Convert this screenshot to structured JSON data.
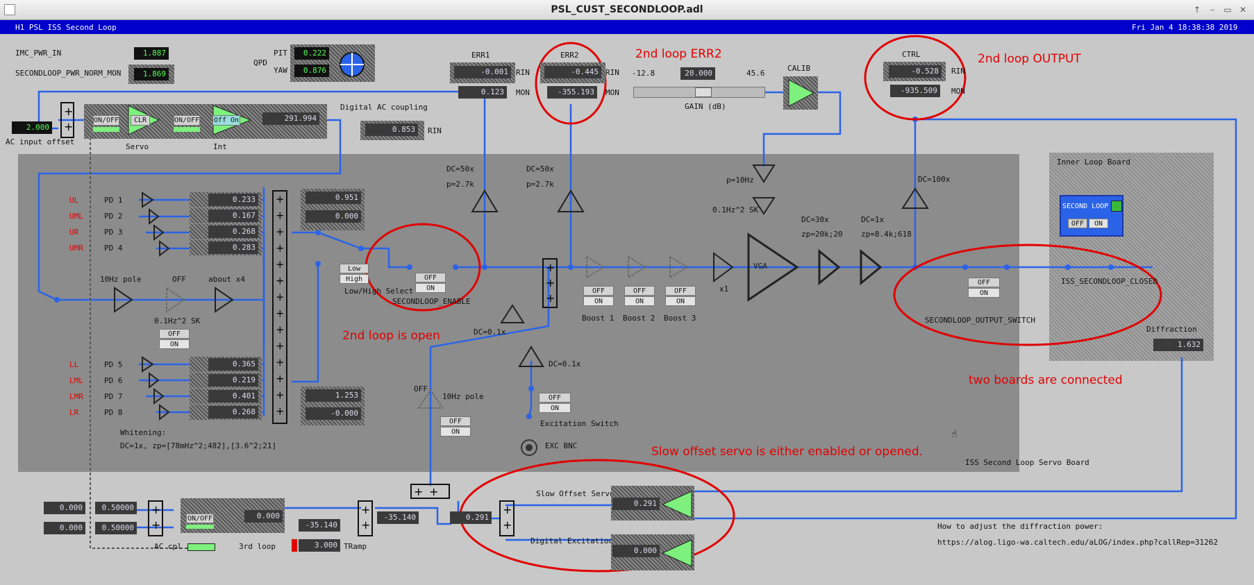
{
  "window": {
    "title": "PSL_CUST_SECONDLOOP.adl",
    "controls": [
      "↑",
      "–",
      "▭",
      "✕"
    ]
  },
  "header": {
    "screen_title": "H1 PSL ISS Second Loop",
    "datetime": "Fri Jan  4 18:38:38 2019"
  },
  "top_left": {
    "imc_pwr_in_label": "IMC_PWR_IN",
    "imc_pwr_in_value": "1.887",
    "norm_mon_label": "SECONDLOOP_PWR_NORM_MON",
    "norm_mon_value": "1.869",
    "qpd_label": "QPD",
    "pit_label": "PIT",
    "pit_value": "0.222",
    "yaw_label": "YAW",
    "yaw_value": "0.876"
  },
  "ac_section": {
    "offset_value": "2.000",
    "offset_label": "AC input offset",
    "onoff1": "ON/OFF",
    "clr": "CLR",
    "onoff2": "ON/OFF",
    "off_on": "Off On",
    "servo_label": "Servo",
    "int_label": "Int",
    "servo_readout": "291.994",
    "digital_ac_label": "Digital AC coupling",
    "digital_ac_value": "0.853",
    "digital_ac_unit": "RIN"
  },
  "err1": {
    "label": "ERR1",
    "rin_value": "-0.001",
    "rin_unit": "RIN",
    "mon_value": "0.123",
    "mon_unit": "MON"
  },
  "err2": {
    "label": "ERR2",
    "rin_value": "-0.445",
    "rin_unit": "RIN",
    "mon_value": "-355.193",
    "mon_unit": "MON"
  },
  "gain": {
    "min": "-12.8",
    "value": "20.000",
    "max": "45.6",
    "label": "GAIN (dB)"
  },
  "calib": {
    "label": "CALIB"
  },
  "ctrl": {
    "label": "CTRL",
    "rin_value": "-0.528",
    "rin_unit": "RIN",
    "mon_value": "-935.509",
    "mon_unit": "MON"
  },
  "annotations": {
    "err2": "2nd loop ERR2",
    "output": "2nd loop OUTPUT",
    "open": "2nd loop is open",
    "boards": "two boards are connected",
    "slow_offset": "Slow offset servo is either enabled or opened."
  },
  "photodiodes": {
    "upper": [
      {
        "tag": "UL",
        "name": "PD 1",
        "value": "0.233"
      },
      {
        "tag": "UML",
        "name": "PD 2",
        "value": "0.167"
      },
      {
        "tag": "UR",
        "name": "PD 3",
        "value": "0.268"
      },
      {
        "tag": "UMR",
        "name": "PD 4",
        "value": "0.283"
      }
    ],
    "lower": [
      {
        "tag": "LL",
        "name": "PD 5",
        "value": "0.365"
      },
      {
        "tag": "LML",
        "name": "PD 6",
        "value": "0.219"
      },
      {
        "tag": "LMR",
        "name": "PD 7",
        "value": "0.401"
      },
      {
        "tag": "LR",
        "name": "PD 8",
        "value": "0.268"
      }
    ],
    "sum_upper": [
      "0.951",
      "0.000"
    ],
    "sum_lower": [
      "1.253",
      "-0.000"
    ]
  },
  "filters": {
    "pole_10hz": "10Hz pole",
    "off": "OFF",
    "about_x4": "about x4",
    "sk_01": "0.1Hz^2 SK",
    "whitening_1": "Whitening:",
    "whitening_2": "DC=1x, zp=[78mHz^2;482],[3.6^2;21]",
    "dc50_a": "DC=50x",
    "p27_a": "p=2.7k",
    "dc50_b": "DC=50x",
    "p27_b": "p=2.7k",
    "dc01_a": "DC=0.1x",
    "dc01_b": "DC=0.1x",
    "pole10_b": "10Hz pole",
    "off_b": "OFF",
    "p10hz": "p=10Hz",
    "sk_vga": "0.1Hz^2 SK",
    "vga": "VGA",
    "x1": "x1",
    "dc30": "DC=30x",
    "zp20k": "zp=20k;20",
    "dc1": "DC=1x",
    "zp84k": "zp=8.4k;618",
    "dc100": "DC=100x"
  },
  "switches": {
    "low": "Low",
    "high": "High",
    "low_high_label": "Low/High Select",
    "off": "OFF",
    "on": "ON",
    "enable_label": "SECONDLOOP_ENABLE",
    "boost1": "Boost 1",
    "boost2": "Boost 2",
    "boost3": "Boost 3",
    "exc_switch": "Excitation Switch",
    "exc_bnc": "EXC BNC",
    "output_switch": "SECONDLOOP_OUTPUT_SWITCH",
    "closed": "ISS_SECONDLOOP_CLOSED"
  },
  "inner_loop": {
    "title": "Inner Loop Board",
    "second_loop": "SECOND LOOP",
    "off": "OFF",
    "on": "ON",
    "diffraction_label": "Diffraction",
    "diffraction_value": "1.632"
  },
  "board_label": "ISS Second Loop Servo Board",
  "bottom": {
    "in1": "0.000",
    "g1": "0.50000",
    "in2": "0.000",
    "g2": "0.50000",
    "onoff": "ON/OFF",
    "third_out": "0.000",
    "ac_cpl": "AC cpl",
    "third_loop": "3rd loop",
    "offset": "-35.140",
    "sum_out": "-35.140",
    "tramp_value": "3.000",
    "tramp_label": "TRamp",
    "sum2": "0.291",
    "slow_label": "Slow Offset Servo",
    "slow_value": "0.291",
    "dig_label": "Digital Excitation",
    "dig_value": "0.000",
    "help_label": "How to adjust the diffraction power:",
    "help_url": "https://alog.ligo-wa.caltech.edu/aLOG/index.php?callRep=31262"
  },
  "colors": {
    "wire": "#2a63e8",
    "green": "#7df07d",
    "annotation": "#e00000",
    "bar": "#0000cc",
    "board": "#8c8c8c"
  }
}
